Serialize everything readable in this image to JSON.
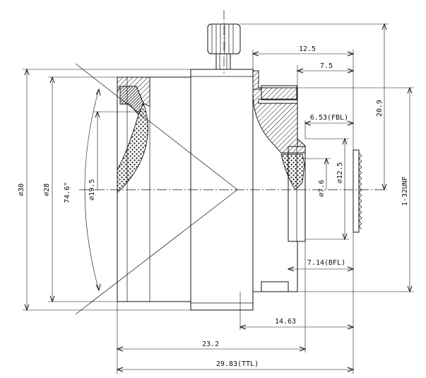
{
  "drawing": {
    "view": "side-section",
    "colors": {
      "line": "#111111",
      "background": "#ffffff"
    },
    "dimensions": {
      "dia_outer": "⌀30",
      "dia_barrel": "⌀28",
      "field_angle": "74.6°",
      "dia_front_glass": "⌀19.5",
      "dia_mount_bore": "⌀12.5",
      "dia_rear_glass": "⌀7.6",
      "thread": "1-32UNF",
      "knob_height": "20.9",
      "mount_length_top": "12.5",
      "mount_length_inner": "7.5",
      "fbl": "6.53(FBL)",
      "bfl": "7.14(BFL)",
      "mid_length": "14.63",
      "body_length": "23.2",
      "ttl": "29.83(TTL)"
    }
  }
}
